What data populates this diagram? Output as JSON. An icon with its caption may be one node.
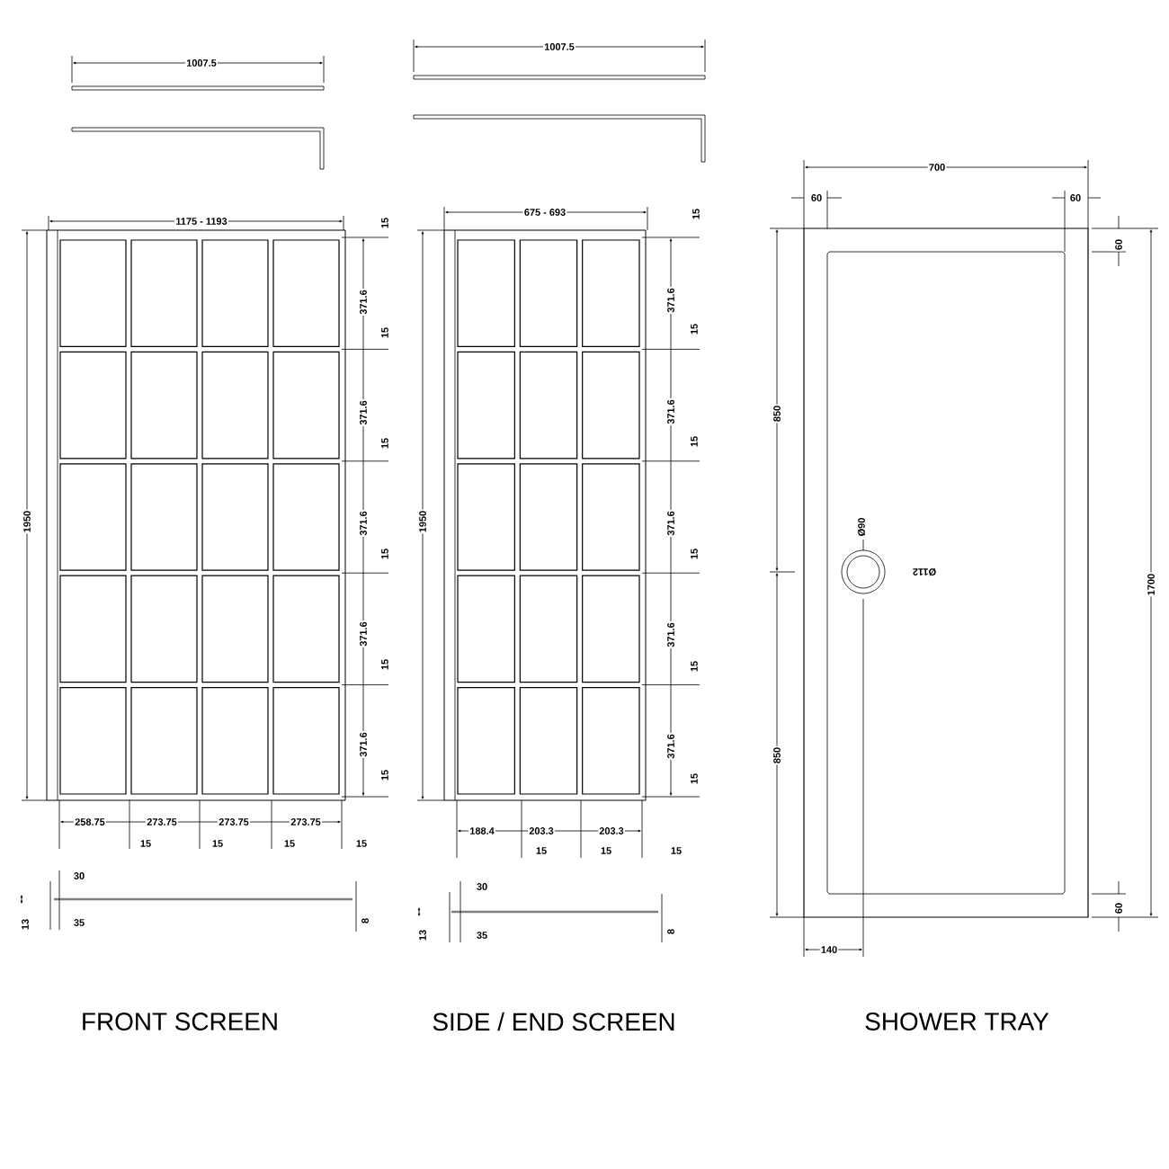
{
  "diagram": {
    "labels": [
      "1007.5",
      "1007.5",
      "1175 - 1193",
      "675 - 693",
      "15",
      "15",
      "371.6",
      "15",
      "371.6",
      "15",
      "371.6",
      "15",
      "371.6",
      "15",
      "371.6",
      "15",
      "1950",
      "371.6",
      "15",
      "371.6",
      "15",
      "371.6",
      "15",
      "371.6",
      "15",
      "371.6",
      "15",
      "1950",
      "700",
      "60",
      "60",
      "60",
      "850",
      "1700",
      "Ø90",
      "Ø112",
      "850",
      "60",
      "140",
      "258.75",
      "273.75",
      "273.75",
      "273.75",
      "15",
      "15",
      "15",
      "15",
      "188.4",
      "203.3",
      "203.3",
      "15",
      "15",
      "15",
      "30",
      "13",
      "35",
      "8",
      "30",
      "13",
      "35",
      "8",
      "FRONT SCREEN",
      "SIDE / END SCREEN",
      "SHOWER TRAY"
    ]
  }
}
